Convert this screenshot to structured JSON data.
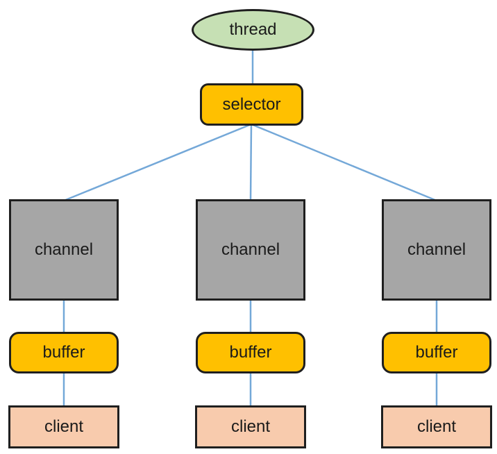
{
  "diagram": {
    "thread": {
      "label": "thread"
    },
    "selector": {
      "label": "selector"
    },
    "columns": [
      {
        "channel_label": "channel",
        "buffer_label": "buffer",
        "client_label": "client"
      },
      {
        "channel_label": "channel",
        "buffer_label": "buffer",
        "client_label": "client"
      },
      {
        "channel_label": "channel",
        "buffer_label": "buffer",
        "client_label": "client"
      }
    ],
    "colors": {
      "thread_fill": "#c6e0b4",
      "selector_fill": "#ffc000",
      "channel_fill": "#a6a6a6",
      "buffer_fill": "#ffc000",
      "client_fill": "#f8cbad",
      "connector": "#74a8d8",
      "border": "#1f1f1f",
      "background": "#ffffff"
    }
  }
}
